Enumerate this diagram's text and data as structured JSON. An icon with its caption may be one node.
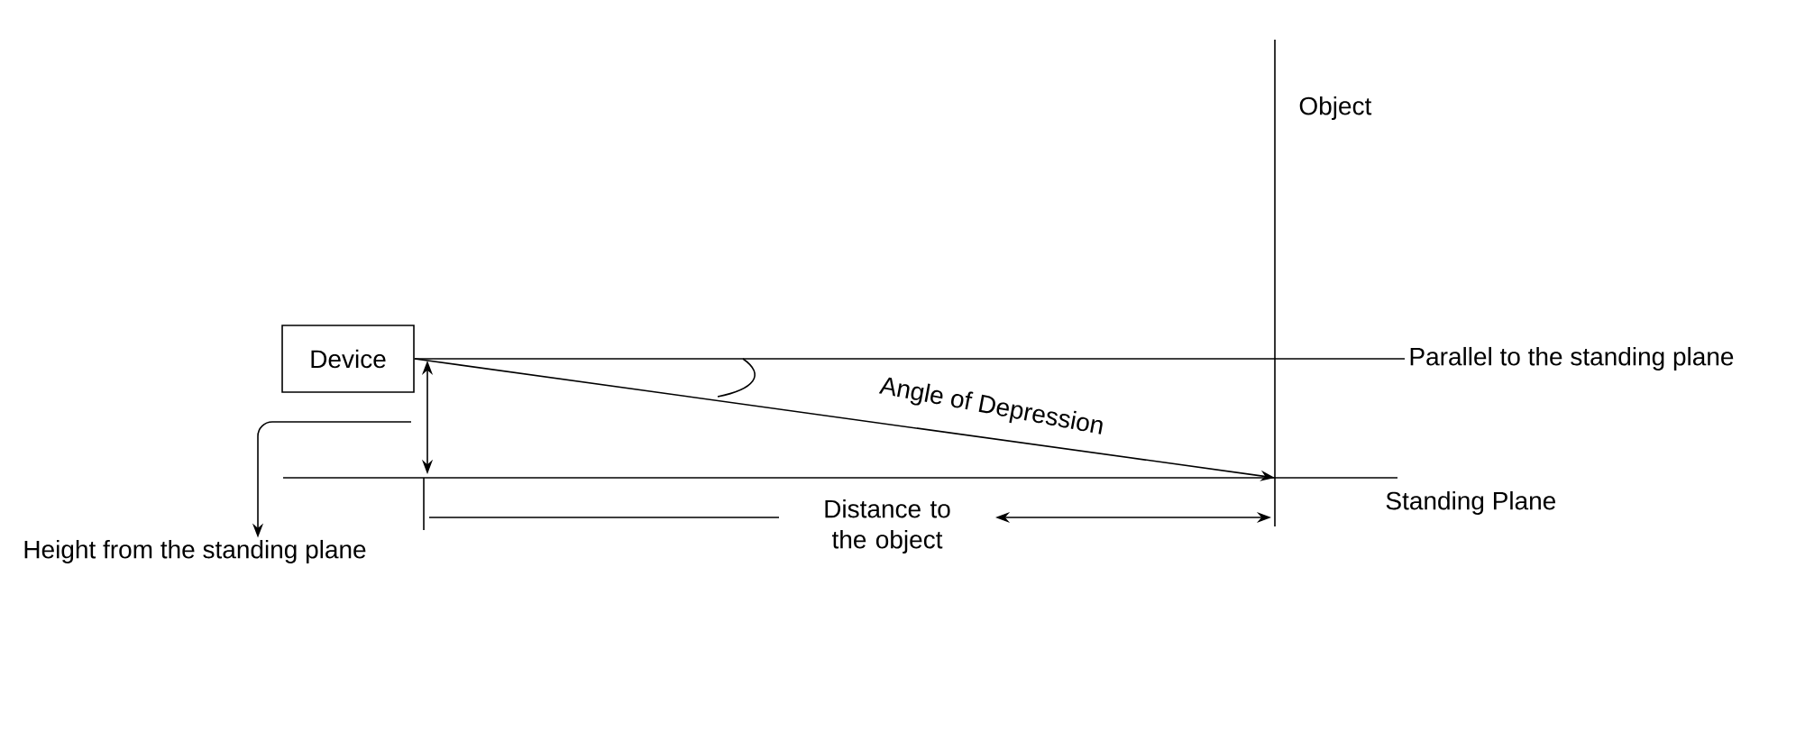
{
  "diagram": {
    "nodes": [
      {
        "text": [
          "Device"
        ]
      },
      {
        "text": [
          "Height from the standing plane"
        ]
      },
      {
        "text": [
          "Parallel to the standing plane"
        ]
      }
    ],
    "edges": [
      {
        "from": 0,
        "to": null,
        "arrow": "to"
      },
      {
        "from": null,
        "to": 1,
        "arrow": "to"
      },
      {
        "from": 0,
        "to": 2,
        "arrow": "none"
      }
    ],
    "labels": [
      "Object",
      "Angle of Depression",
      "Standing Plane",
      "Distance to the object"
    ]
  }
}
